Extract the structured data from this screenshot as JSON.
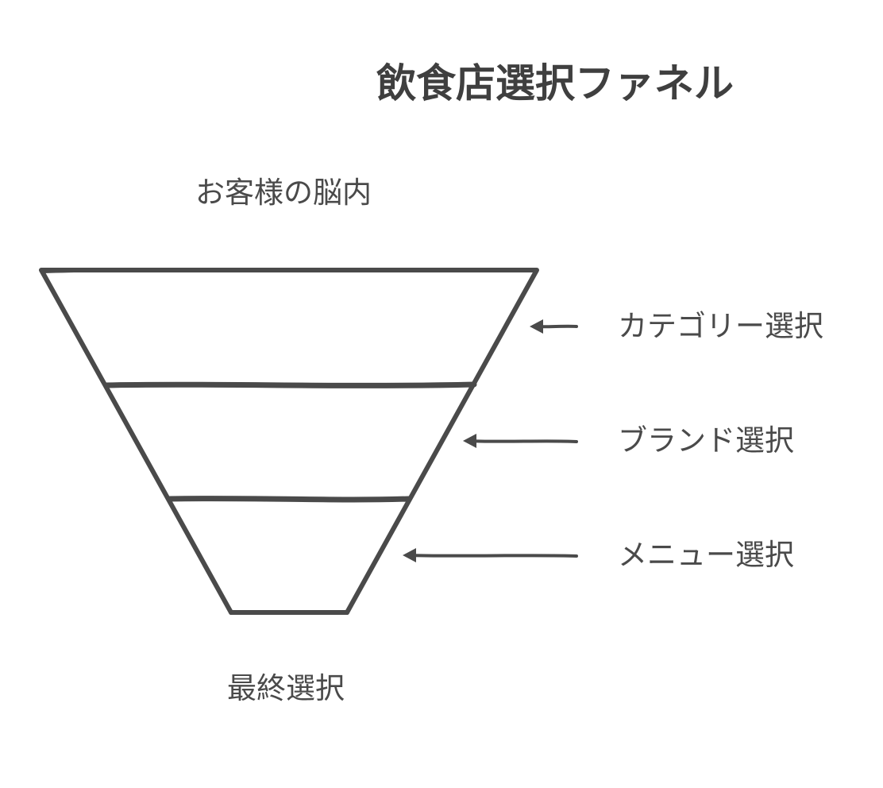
{
  "diagram": {
    "title": "飲食店選択ファネル",
    "top_caption": "お客様の脳内",
    "bottom_caption": "最終選択",
    "stages": [
      {
        "label": "カテゴリー選択"
      },
      {
        "label": "ブランド選択"
      },
      {
        "label": "メニュー選択"
      }
    ],
    "colors": {
      "stroke": "#4a4a4a",
      "text": "#4a4a4a",
      "background": "#ffffff"
    }
  }
}
